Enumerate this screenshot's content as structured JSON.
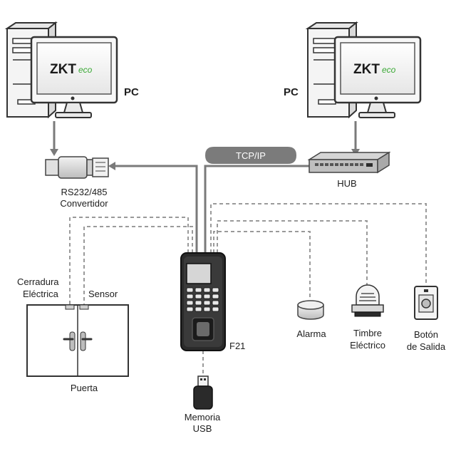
{
  "pc_left": {
    "label": "PC",
    "logo_main": "ZKT",
    "logo_sub": "eco"
  },
  "pc_right": {
    "label": "PC",
    "logo_main": "ZKT",
    "logo_sub": "eco"
  },
  "protocol": "TCP/IP",
  "hub": {
    "label": "HUB"
  },
  "converter": {
    "line1": "RS232/485",
    "line2": "Convertidor"
  },
  "device": {
    "label": "F21"
  },
  "usb": {
    "line1": "Memoria",
    "line2": "USB"
  },
  "door": {
    "label": "Puerta",
    "lock_line1": "Cerradura",
    "lock_line2": "Eléctrica",
    "sensor": "Sensor"
  },
  "alarm": {
    "label": "Alarma"
  },
  "bell": {
    "line1": "Timbre",
    "line2": "Eléctrico"
  },
  "exit_button": {
    "line1": "Botón",
    "line2": "de Salida"
  },
  "colors": {
    "wire": "#7a7a7a",
    "dash": "#9a9a9a",
    "bubble": "#7b7b7b",
    "screen_green": "#3aa935"
  }
}
